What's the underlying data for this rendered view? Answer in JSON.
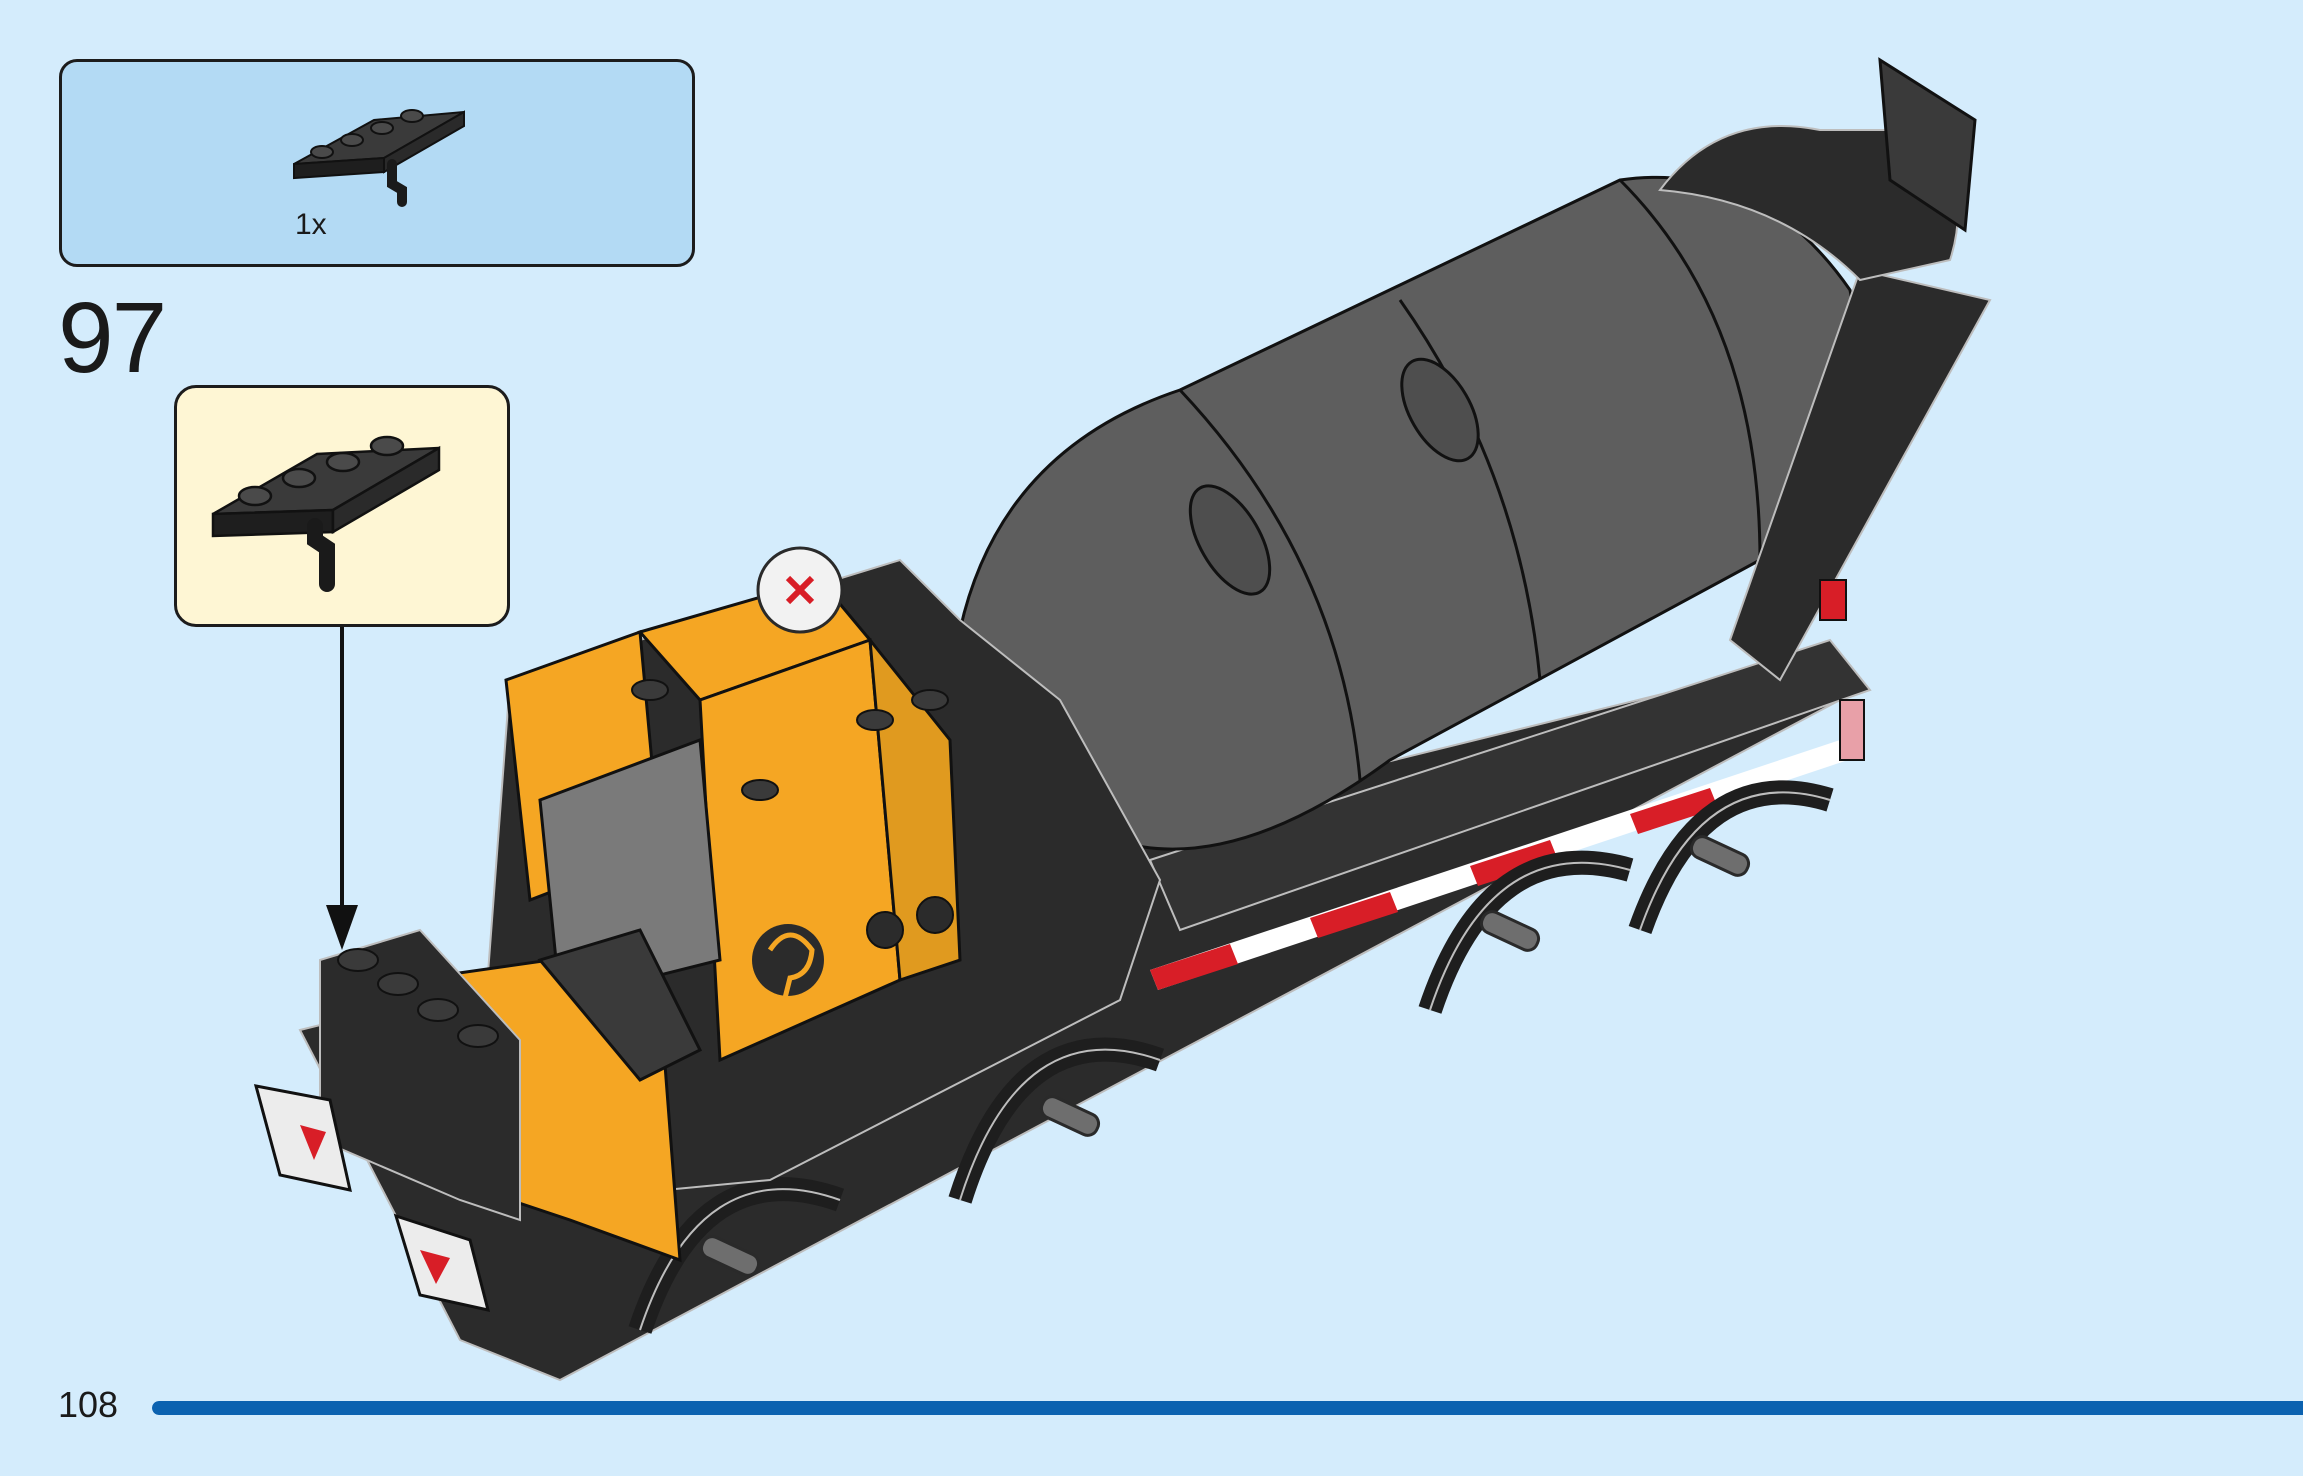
{
  "parts_list": {
    "items": [
      {
        "part": "black-1x4-plate-with-bar-handle-icon",
        "quantity": "1x"
      }
    ]
  },
  "step": {
    "number": "97"
  },
  "callout": {
    "part": "black-1x4-plate-with-bar-handle-icon"
  },
  "model": {
    "subject": "concrete-mixer-truck-model"
  },
  "footer": {
    "page_number": "108",
    "progress_fraction": 1.0
  },
  "colors": {
    "background": "#d4ecfc",
    "parts_box": "#b3daf4",
    "callout_box": "#fef6d4",
    "progress_bar": "#0b62b0",
    "brick_black": "#2b2b2b",
    "drum_gray": "#5e5e5e",
    "cab_yellow": "#f5a623",
    "accent_red": "#d81e27"
  }
}
